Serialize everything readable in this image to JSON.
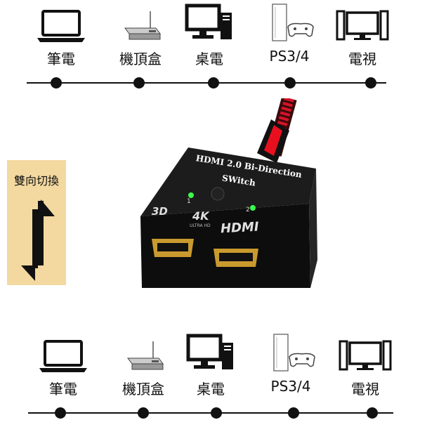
{
  "top_row": {
    "devices": [
      {
        "label": "筆電",
        "icon": "laptop-icon"
      },
      {
        "label": "機頂盒",
        "icon": "settop-box-icon"
      },
      {
        "label": "桌電",
        "icon": "desktop-icon"
      },
      {
        "label": "PS3/4",
        "icon": "ps-console-icon"
      },
      {
        "label": "電視",
        "icon": "tv-icon"
      }
    ]
  },
  "bottom_row": {
    "devices": [
      {
        "label": "筆電",
        "icon": "laptop-icon"
      },
      {
        "label": "機頂盒",
        "icon": "settop-box-icon"
      },
      {
        "label": "桌電",
        "icon": "desktop-icon"
      },
      {
        "label": "PS3/4",
        "icon": "ps-console-icon"
      },
      {
        "label": "電視",
        "icon": "tv-icon"
      }
    ]
  },
  "side_panel": {
    "label": "雙向切換"
  },
  "switch": {
    "title_line1": "HDMI 2.0 Bi-Direction",
    "title_line2": "SWitch",
    "port1": "1",
    "port2": "2",
    "badge_3d": "3D",
    "badge_4k": "4K",
    "badge_4k_sub": "ULTRA HD",
    "badge_hdmi": "HDMI"
  },
  "colors": {
    "panel_bg": "#f3d9a0",
    "led": "#3cff4a",
    "port_gold": "#c99a2e"
  }
}
